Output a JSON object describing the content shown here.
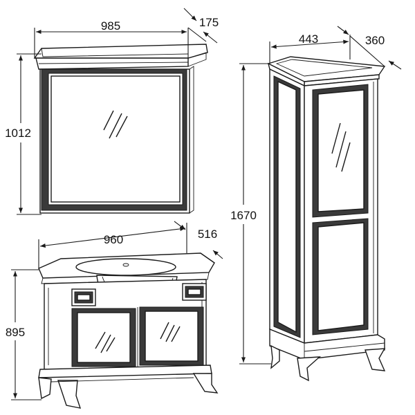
{
  "mirror": {
    "width": "985",
    "depth": "175",
    "height": "1012"
  },
  "cabinet": {
    "width": "960",
    "depth": "516",
    "height": "895"
  },
  "column": {
    "width": "443",
    "depth": "360",
    "height": "1670"
  },
  "colors": {
    "line": "#1a1a1a",
    "frame": "#3a3a3a",
    "background": "#ffffff"
  }
}
